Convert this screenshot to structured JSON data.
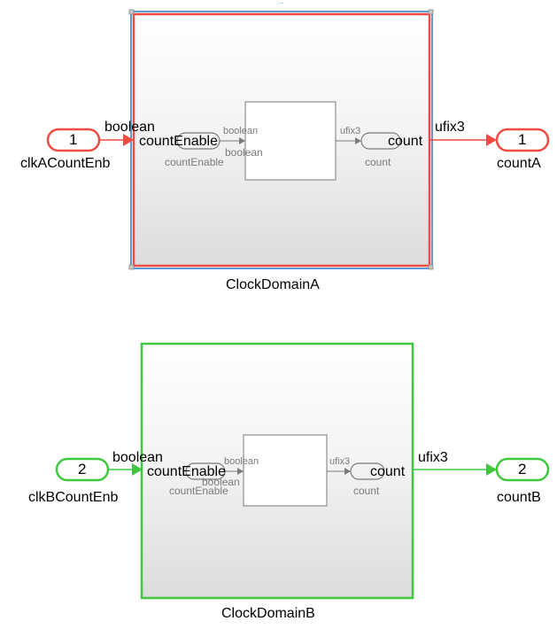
{
  "colors": {
    "domainA": "#f04b43",
    "domainB": "#3fc83f",
    "selection": "#5b9bd5",
    "inner": "#7a7a7a"
  },
  "blockA": {
    "name": "ClockDomainA",
    "in_port": {
      "number": "1",
      "name": "clkACountEnb",
      "signal_type": "boolean"
    },
    "out_port": {
      "number": "1",
      "name": "countA",
      "signal_type": "ufix3"
    },
    "sub_in_port": {
      "label": "countEnable",
      "name": "countEnable",
      "signal_type": "boolean"
    },
    "sub_out_port": {
      "label": "count",
      "name": "count"
    },
    "inner_block": {
      "in_type": "boolean",
      "out_type": "ufix3"
    }
  },
  "blockB": {
    "name": "ClockDomainB",
    "in_port": {
      "number": "2",
      "name": "clkBCountEnb",
      "signal_type": "boolean"
    },
    "out_port": {
      "number": "2",
      "name": "countB",
      "signal_type": "ufix3"
    },
    "sub_in_port": {
      "label": "countEnable",
      "name": "countEnable",
      "signal_type": "boolean"
    },
    "sub_out_port": {
      "label": "count",
      "name": "count"
    },
    "inner_block": {
      "in_type": "boolean",
      "out_type": "ufix3"
    }
  }
}
